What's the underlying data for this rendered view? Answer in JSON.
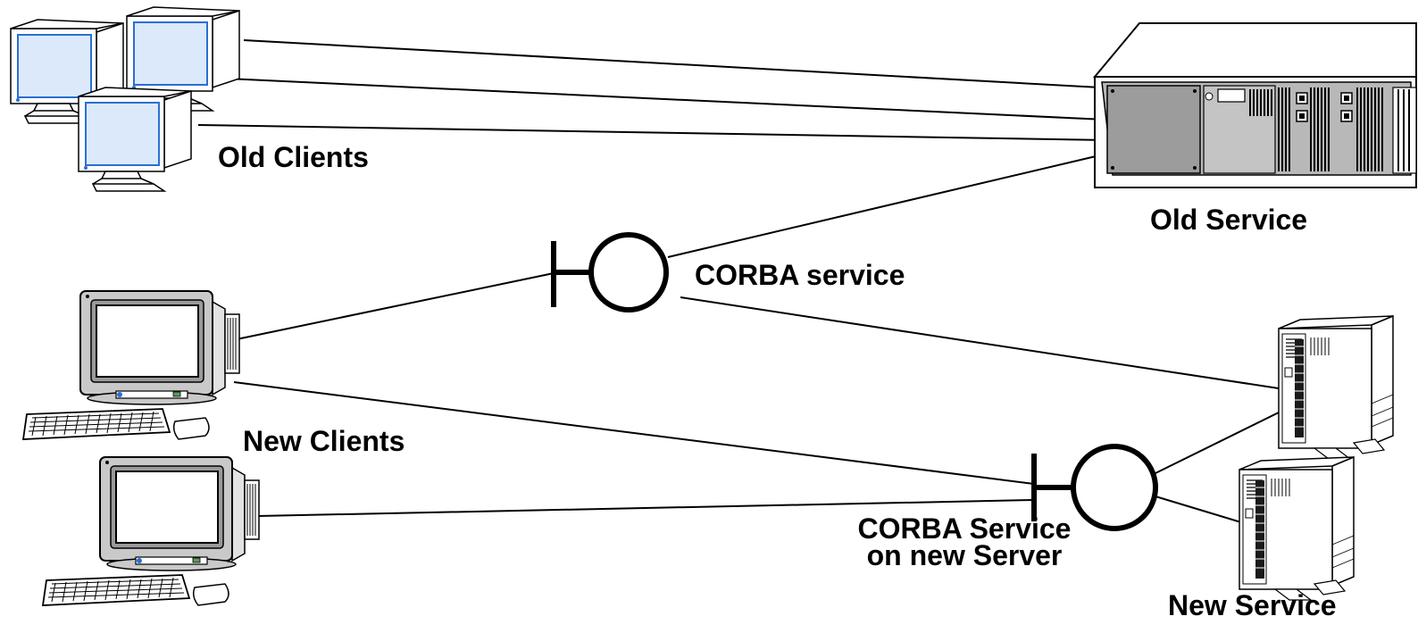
{
  "labels": {
    "old_clients": "Old Clients",
    "old_service": "Old Service",
    "corba_service": "CORBA service",
    "new_clients": "New Clients",
    "corba_new_line1": "CORBA Service",
    "corba_new_line2": "on new Server",
    "new_service": "New Service"
  },
  "colors": {
    "line": "#000000",
    "screen": "#dce9fb",
    "screen_border": "#2a6fd1",
    "device": "#ffffff",
    "server_face": "#b8b8b8",
    "crt_bezel": "#c9c9c9",
    "crt_screen": "#ffffff"
  },
  "icons": {
    "old_clients": "desktop-computer-group-icon",
    "old_service": "rack-server-icon",
    "new_clients": "crt-workstation-icon",
    "new_service": "tower-server-icon",
    "interface": "corba-interface-lollipop-icon"
  }
}
